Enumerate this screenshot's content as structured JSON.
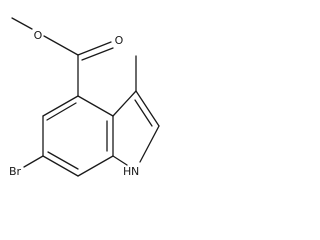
{
  "molecule": {
    "atoms": {
      "carbonyl_oxygen": "O",
      "ester_oxygen": "O",
      "bromine": "Br",
      "indole_nh": "NH",
      "indole_nh_hydrogen": "H",
      "indole_nh_nitrogen": "N"
    }
  }
}
